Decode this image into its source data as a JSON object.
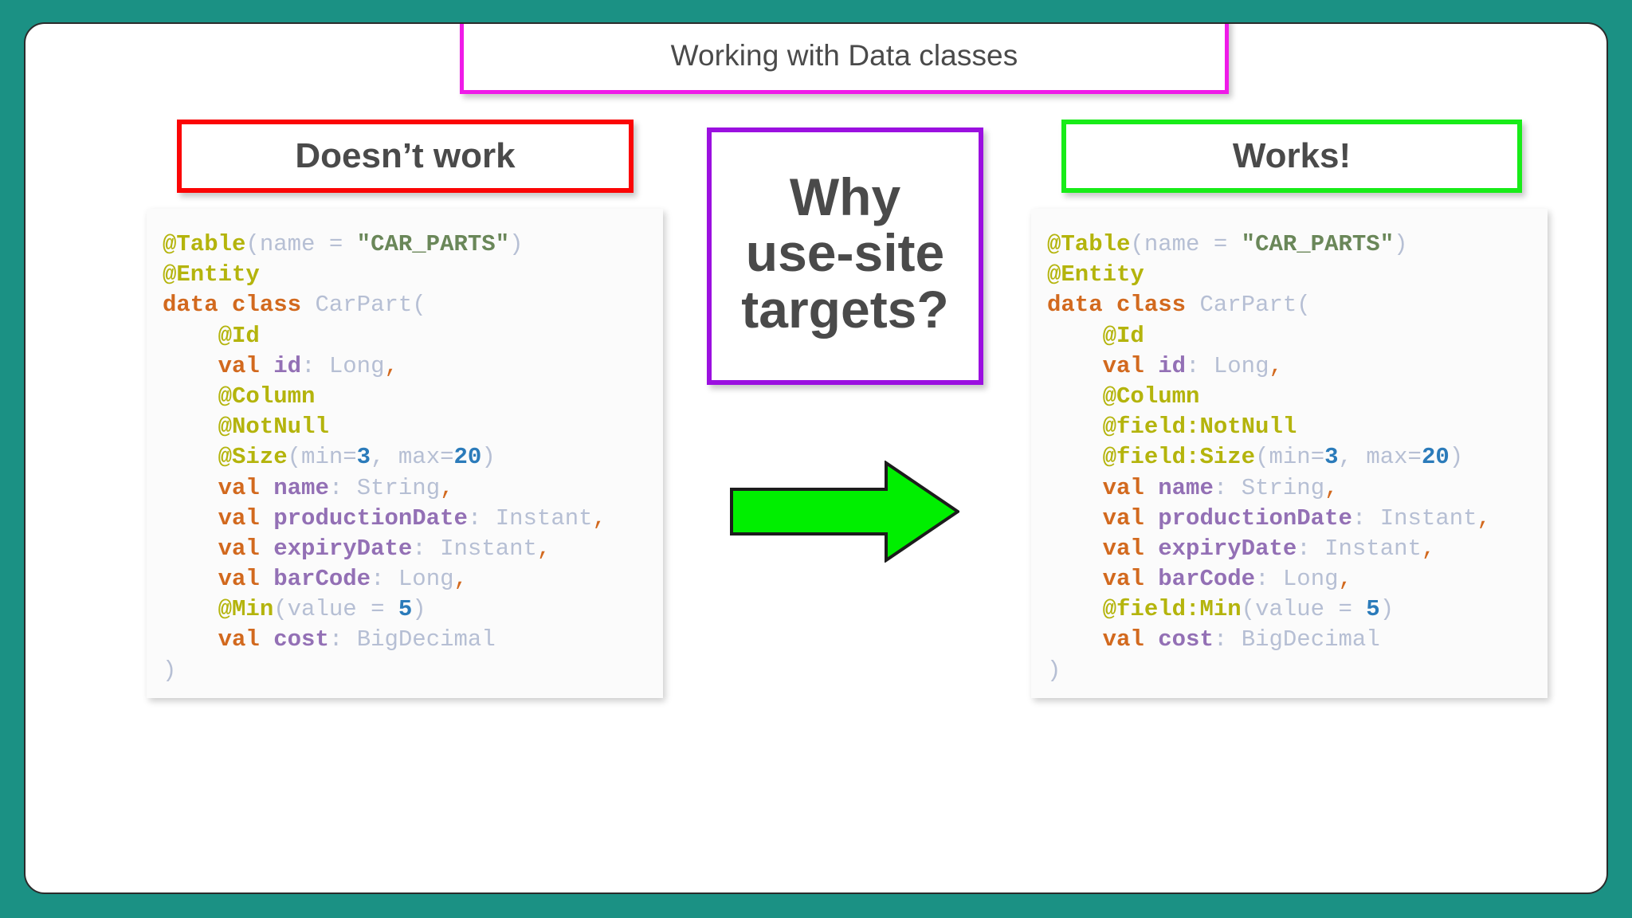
{
  "theme": {
    "page_background": "#1b9184",
    "card_background": "#ffffff",
    "title_border": "#ef1ae8",
    "doesnt_work_border": "#fb0505",
    "works_border": "#18ec18",
    "why_border": "#9b10e0",
    "arrow_fill": "#00ef00",
    "arrow_stroke": "#1c1c1c",
    "heading_text": "#4a4a4a"
  },
  "slide": {
    "title": "Working with Data classes",
    "left_label": "Doesn’t work",
    "right_label": "Works!",
    "question_line1": "Why",
    "question_line2": "use-site",
    "question_line3": "targets?",
    "arrow_icon": "right-arrow-icon"
  },
  "code_left": {
    "language": "kotlin",
    "lines": [
      "@Table(name = \"CAR_PARTS\")",
      "@Entity",
      "data class CarPart(",
      "    @Id",
      "    val id: Long,",
      "    @Column",
      "    @NotNull",
      "    @Size(min=3, max=20)",
      "    val name: String,",
      "    val productionDate: Instant,",
      "    val expiryDate: Instant,",
      "    val barCode: Long,",
      "    @Min(value = 5)",
      "    val cost: BigDecimal",
      ")"
    ]
  },
  "code_right": {
    "language": "kotlin",
    "lines": [
      "@Table(name = \"CAR_PARTS\")",
      "@Entity",
      "data class CarPart(",
      "    @Id",
      "    val id: Long,",
      "    @Column",
      "    @field:NotNull",
      "    @field:Size(min=3, max=20)",
      "    val name: String,",
      "    val productionDate: Instant,",
      "    val expiryDate: Instant,",
      "    val barCode: Long,",
      "    @field:Min(value = 5)",
      "    val cost: BigDecimal",
      ")"
    ]
  }
}
